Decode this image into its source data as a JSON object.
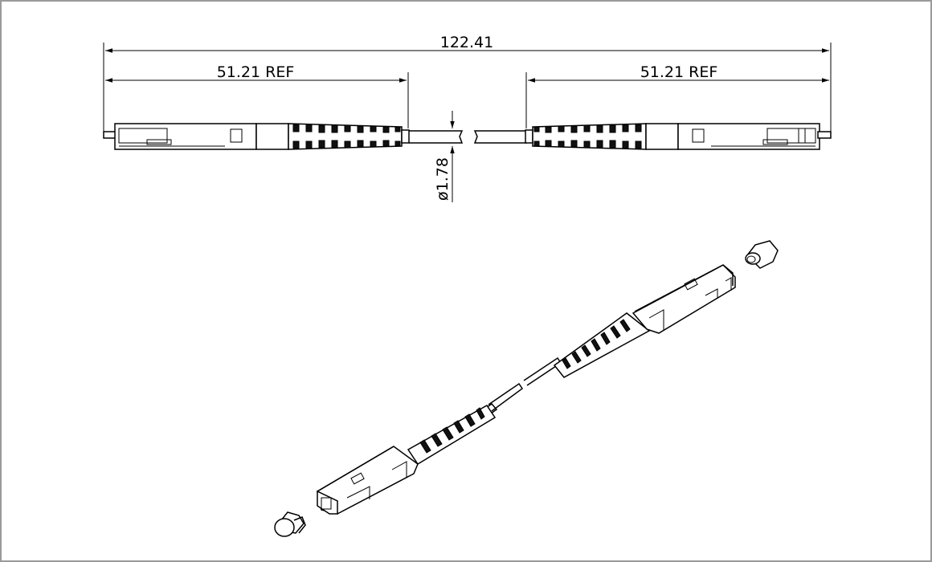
{
  "dimensions": {
    "overall_length": "122.41",
    "left_connector_length": "51.21 REF",
    "right_connector_length": "51.21 REF",
    "cable_diameter": "ø1.78"
  },
  "colors": {
    "line": "#000000",
    "background": "#ffffff",
    "frame": "#9a9a9a"
  }
}
